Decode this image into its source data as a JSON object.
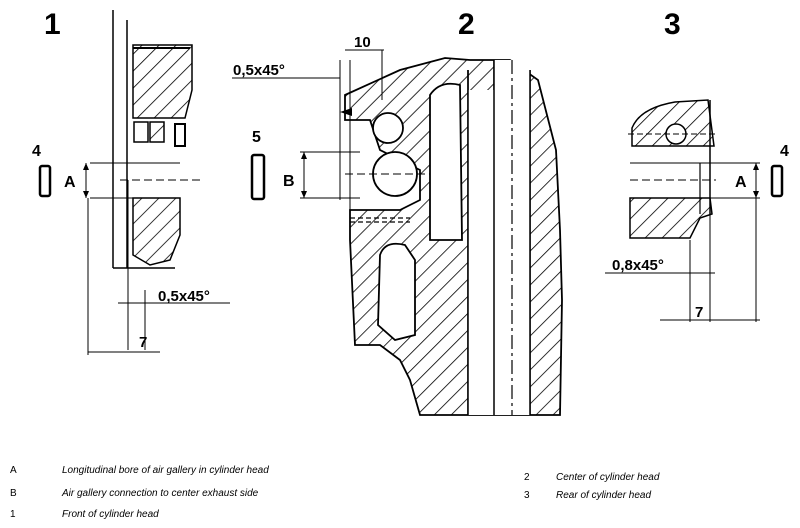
{
  "views": {
    "front_number": "1",
    "center_number": "2",
    "rear_number": "3"
  },
  "dimensions": {
    "front_chamfer": "0,5x45°",
    "center_chamfer": "0,5x45°",
    "rear_chamfer": "0,8x45°",
    "front_depth": "7",
    "rear_depth": "7",
    "center_callout": "10"
  },
  "callouts": {
    "front_marker": "4",
    "front_bore": "A",
    "center_marker": "5",
    "center_connection": "B",
    "rear_marker": "4",
    "rear_bore": "A"
  },
  "legend": {
    "left": [
      {
        "key": "A",
        "text": "Longitudinal bore of air gallery in cylinder head"
      },
      {
        "key": "B",
        "text": "Air gallery connection to center exhaust side"
      },
      {
        "key": "1",
        "text": "Front of cylinder head"
      }
    ],
    "right": [
      {
        "key": "2",
        "text": "Center of cylinder head"
      },
      {
        "key": "3",
        "text": "Rear of cylinder head"
      }
    ]
  }
}
